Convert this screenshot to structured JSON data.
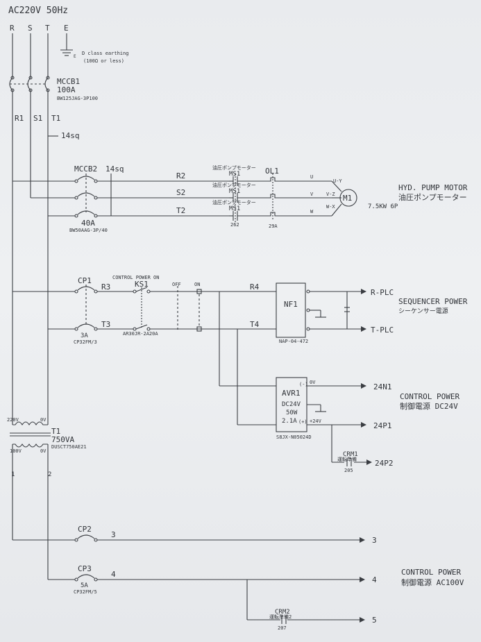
{
  "header": {
    "supply": "AC220V 50Hz"
  },
  "phases": [
    "R",
    "S",
    "T",
    "E"
  ],
  "earth": {
    "note1": "D class earthing",
    "note2": "(100Ω or less)"
  },
  "mccb1": {
    "name": "MCCB1",
    "rating": "100A",
    "model": "BW125JAG-3P100"
  },
  "after_mccb1": [
    "R1",
    "S1",
    "T1"
  ],
  "wire1": "14sq",
  "mccb2": {
    "name": "MCCB2",
    "wire": "14sq",
    "rating": "40A",
    "model": "BW50AAG-3P/40"
  },
  "pump": {
    "lines": [
      "R2",
      "S2",
      "T2"
    ],
    "ms_label": "油圧ポンプモーター",
    "ms": "MS1",
    "ms_code": "262",
    "ol": "OL1",
    "ol_rating": "29A",
    "uvw": [
      "U",
      "V",
      "W"
    ],
    "motor_terms": [
      "U-Y",
      "V-Z",
      "W-X"
    ],
    "motor": "M1",
    "title": "HYD. PUMP MOTOR",
    "title_jp": "油圧ポンプモーター",
    "spec": "7.5KW 6P"
  },
  "control": {
    "cp1": "CP1",
    "r3": "R3",
    "t3": "T3",
    "cp1_rating": "3A",
    "cp1_model": "CP32FM/3",
    "label": "CONTROL POWER ON",
    "ks": "KS1",
    "ks_model": "AR30JR-2A20A",
    "off": "OFF",
    "on": "ON",
    "r4": "R4",
    "t4": "T4",
    "nf": "NF1",
    "nf_model": "NAP-04-472",
    "out_r": "R-PLC",
    "out_t": "T-PLC",
    "seq_title": "SEQUENCER POWER",
    "seq_title_jp": "シーケンサー電源"
  },
  "avr": {
    "name": "AVR1",
    "line1": "DC24V",
    "line2": "50W",
    "line3": "2.1A",
    "minus": "(-)",
    "plus": "(+)",
    "v0": "0V",
    "v24": "+24V",
    "model": "S8JX-N05024D",
    "out1": "24N1",
    "out2": "24P1",
    "out3": "24P2",
    "crm": "CRM1",
    "crm_label": "運転準備",
    "crm_code": "205",
    "title": "CONTROL POWER",
    "title_jp": "制御電源 DC24V"
  },
  "transformer": {
    "name": "T1",
    "rating": "750VA",
    "model": "DUSCT750AE21",
    "pri": "220V",
    "pri0": "0V",
    "sec": "100V",
    "sec0": "0V",
    "wire1": "1",
    "wire2": "2"
  },
  "ac100": {
    "cp2": "CP2",
    "w3": "3",
    "cp3": "CP3",
    "w4": "4",
    "rating": "5A",
    "model": "CP32FM/5",
    "out3": "3",
    "out4": "4",
    "out5": "5",
    "crm": "CRM2",
    "crm_label": "運転準備2",
    "crm_code": "207",
    "title": "CONTROL POWER",
    "title_jp": "制御電源 AC100V"
  }
}
